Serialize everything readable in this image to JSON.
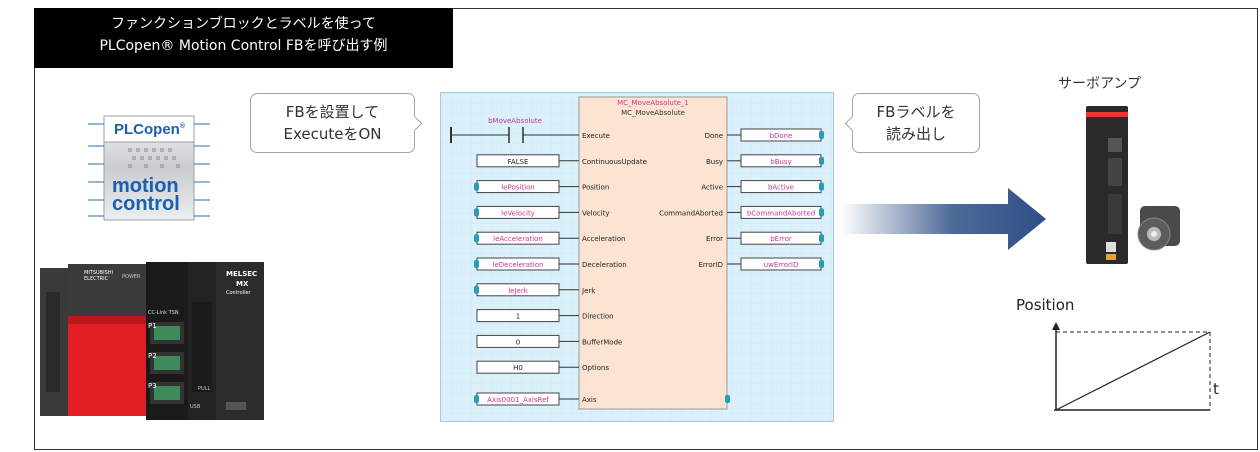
{
  "title": {
    "line1": "ファンクションブロックとラベルを使って",
    "line2": "PLCopen® Motion Control FBを呼び出す例"
  },
  "callouts": {
    "left": {
      "line1": "FBを設置して",
      "line2": "ExecuteをON"
    },
    "right": {
      "line1": "FBラベルを",
      "line2": "読み出し"
    }
  },
  "logo": {
    "brand": "PLCopen",
    "mark": "®",
    "word1": "motion",
    "word2": "control"
  },
  "controller": {
    "brand_line1": "MITSUBISHI",
    "brand_line2": "ELECTRIC",
    "power": "POWER",
    "model": "MELSEC",
    "model2": "MX",
    "model3": "Controller",
    "pull": "PULL",
    "usb": "USB",
    "ports": [
      "P1",
      "P2",
      "P3"
    ],
    "cc_link": "CC-Link TSN"
  },
  "fb": {
    "instance": "MC_MoveAbsolute_1",
    "type": "MC_MoveAbsolute",
    "inputs": [
      {
        "pin": "Execute",
        "var": "bMoveAbsolute"
      },
      {
        "pin": "ContinuousUpdate",
        "var": "FALSE"
      },
      {
        "pin": "Position",
        "var": "lePosition"
      },
      {
        "pin": "Velocity",
        "var": "leVelocity"
      },
      {
        "pin": "Acceleration",
        "var": "leAcceleration"
      },
      {
        "pin": "Deceleration",
        "var": "leDeceleration"
      },
      {
        "pin": "Jerk",
        "var": "leJerk"
      },
      {
        "pin": "Direction",
        "var": "1"
      },
      {
        "pin": "BufferMode",
        "var": "0"
      },
      {
        "pin": "Options",
        "var": "H0"
      },
      {
        "pin": "Axis",
        "var": "Axis0001_AxisRef"
      }
    ],
    "outputs": [
      {
        "pin": "Done",
        "var": "bDone"
      },
      {
        "pin": "Busy",
        "var": "bBusy"
      },
      {
        "pin": "Active",
        "var": "bActive"
      },
      {
        "pin": "CommandAborted",
        "var": "bCommandAborted"
      },
      {
        "pin": "Error",
        "var": "bError"
      },
      {
        "pin": "ErrorID",
        "var": "uwErrorID"
      }
    ]
  },
  "servo": {
    "label": "サーボアンプ"
  },
  "graph": {
    "ylabel": "Position",
    "xlabel": "t"
  },
  "colors": {
    "arrow": "#2e4f86",
    "fb_bg": "#daf0fa",
    "fb_block": "#fde3d2",
    "var_text": "#cc3399",
    "red": "#e8352e"
  }
}
